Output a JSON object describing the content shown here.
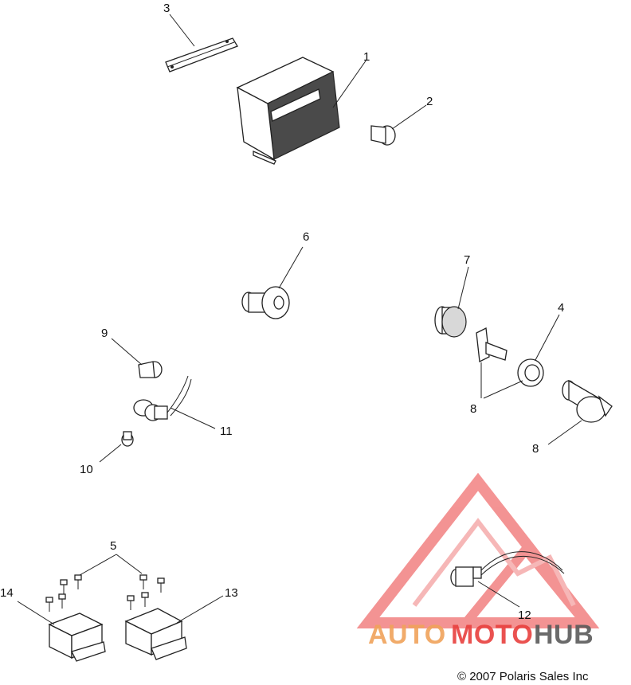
{
  "callouts": {
    "c1": "1",
    "c2": "2",
    "c3": "3",
    "c4": "4",
    "c5": "5",
    "c6": "6",
    "c7": "7",
    "c8a": "8",
    "c8b": "8",
    "c9": "9",
    "c10": "10",
    "c11": "11",
    "c12": "12",
    "c13": "13",
    "c14": "14"
  },
  "watermark": {
    "auto": "AUTO",
    "moto": "MOTO",
    "hub": "HUB",
    "colors": {
      "auto": "#f0a35a",
      "moto": "#e8403e",
      "hub": "#5a5a5a",
      "triangle": "#f07070"
    }
  },
  "copyright": "© 2007 Polaris Sales Inc"
}
